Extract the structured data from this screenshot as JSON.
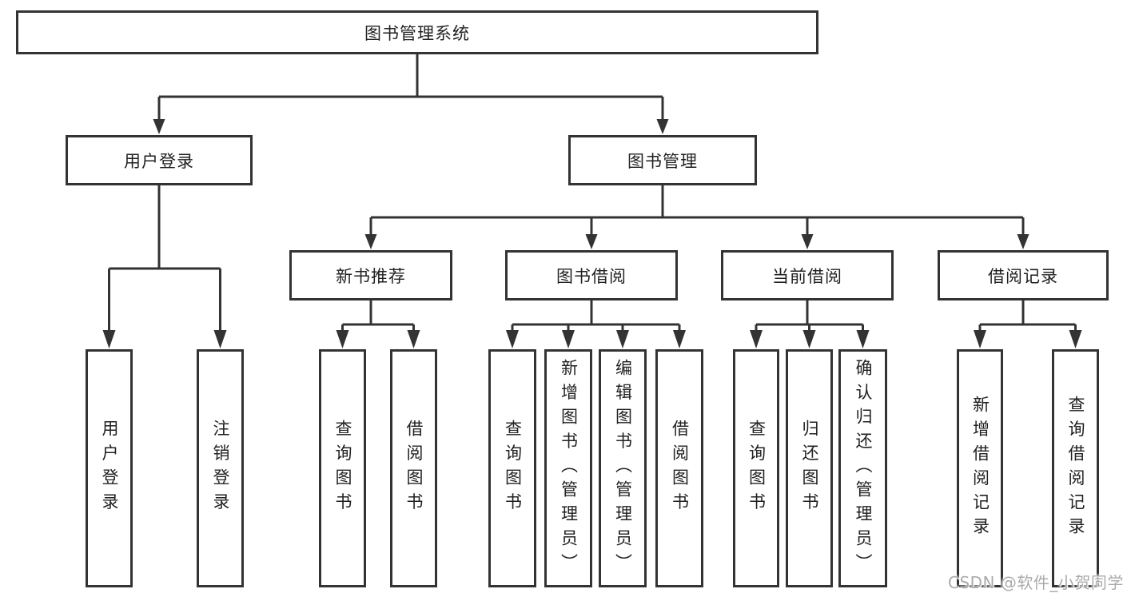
{
  "diagram": {
    "tree": {
      "label": "图书管理系统",
      "children": [
        {
          "label": "用户登录",
          "children": [
            {
              "label": "用户登录"
            },
            {
              "label": "注销登录"
            }
          ]
        },
        {
          "label": "图书管理",
          "children": [
            {
              "label": "新书推荐",
              "children": [
                {
                  "label": "查询图书"
                },
                {
                  "label": "借阅图书"
                }
              ]
            },
            {
              "label": "图书借阅",
              "children": [
                {
                  "label": "查询图书"
                },
                {
                  "label": "新增图书（管理员）"
                },
                {
                  "label": "编辑图书（管理员）"
                },
                {
                  "label": "借阅图书"
                }
              ]
            },
            {
              "label": "当前借阅",
              "children": [
                {
                  "label": "查询图书"
                },
                {
                  "label": "归还图书"
                },
                {
                  "label": "确认归还（管理员）"
                }
              ]
            },
            {
              "label": "借阅记录",
              "children": [
                {
                  "label": "新增借阅记录"
                },
                {
                  "label": "查询借阅记录"
                }
              ]
            }
          ]
        }
      ]
    }
  },
  "watermark": {
    "text": "CSDN @软件_小贺同学"
  },
  "colors": {
    "line": "#333333",
    "box_fill": "#ffffff",
    "text": "#212121",
    "watermark": "#ababab",
    "background": "#ffffff"
  }
}
